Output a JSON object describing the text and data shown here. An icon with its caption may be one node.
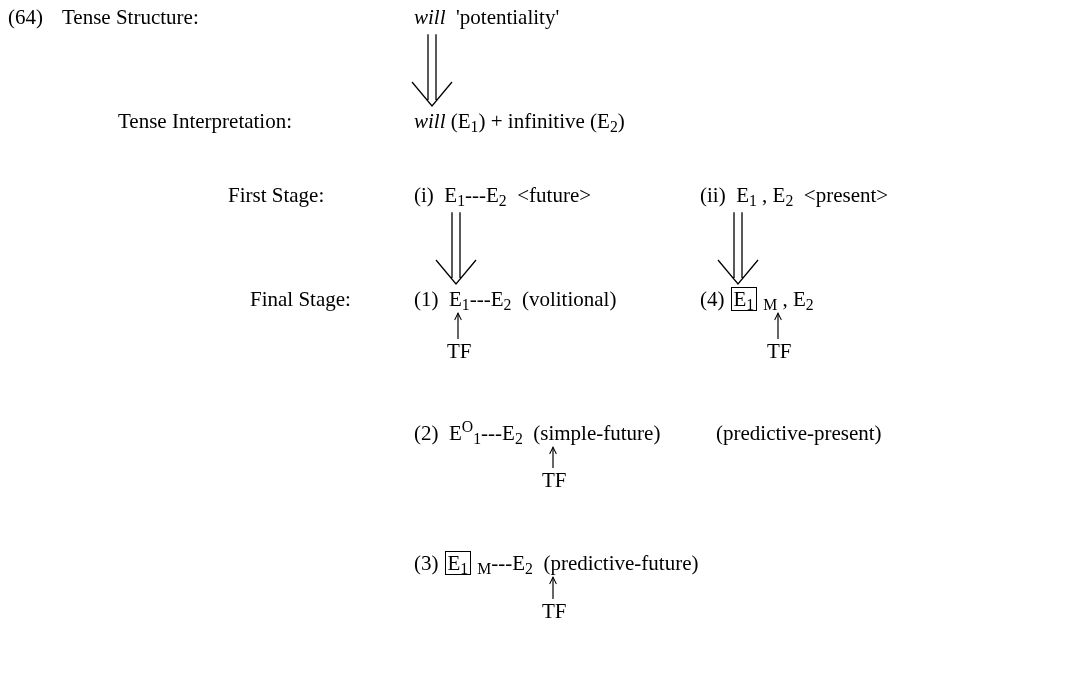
{
  "diagram": {
    "nodes": [
      {
        "text": [
          "*will*  'potentiality'"
        ]
      },
      {
        "text": [
          "*will* (E$_{1}$) + infinitive (E$_{2}$)"
        ]
      },
      {
        "text": [
          "(i)  E$_{1}$---E$_{2}$  <future>"
        ]
      },
      {
        "text": [
          "(ii)  E$_{1}$ , E$_{2}$  <present>"
        ]
      },
      {
        "text": [
          "(1)  E$_{1}$---E$_{2}$  (volitional)"
        ]
      },
      {
        "text": [
          "(4)",
          "$_{M}$ , E$_{2}$"
        ]
      },
      {
        "text": [
          "E$_{1}$"
        ],
        "in": 5
      },
      {
        "text": [
          "TF"
        ]
      },
      {
        "text": [
          "TF"
        ]
      },
      {
        "text": [
          "(2)  E$^{O}$$_{1}$---E$_{2}$  (simple-future)"
        ]
      },
      {
        "text": [
          "TF"
        ]
      },
      {
        "text": [
          "(3)",
          "$_{M}$---E$_{2}$  (predictive-future)"
        ]
      },
      {
        "text": [
          "E$_{1}$"
        ],
        "in": 11
      },
      {
        "text": [
          "TF"
        ]
      }
    ],
    "edges": [
      {
        "from": 0,
        "to": 1,
        "arrow": "to"
      },
      {
        "from": 2,
        "to": 4,
        "arrow": "to"
      },
      {
        "from": 3,
        "to": 5,
        "arrow": "to"
      },
      {
        "from": 7,
        "to": 4,
        "arrow": "to"
      },
      {
        "from": 8,
        "to": 5,
        "arrow": "to"
      },
      {
        "from": 10,
        "to": 9,
        "arrow": "to"
      },
      {
        "from": 13,
        "to": 11,
        "arrow": "to"
      }
    ],
    "labels": [
      "(64)",
      "Tense Structure:",
      "Tense Interpretation:",
      "First Stage:",
      "Final Stage:",
      "(predictive-present)"
    ]
  }
}
